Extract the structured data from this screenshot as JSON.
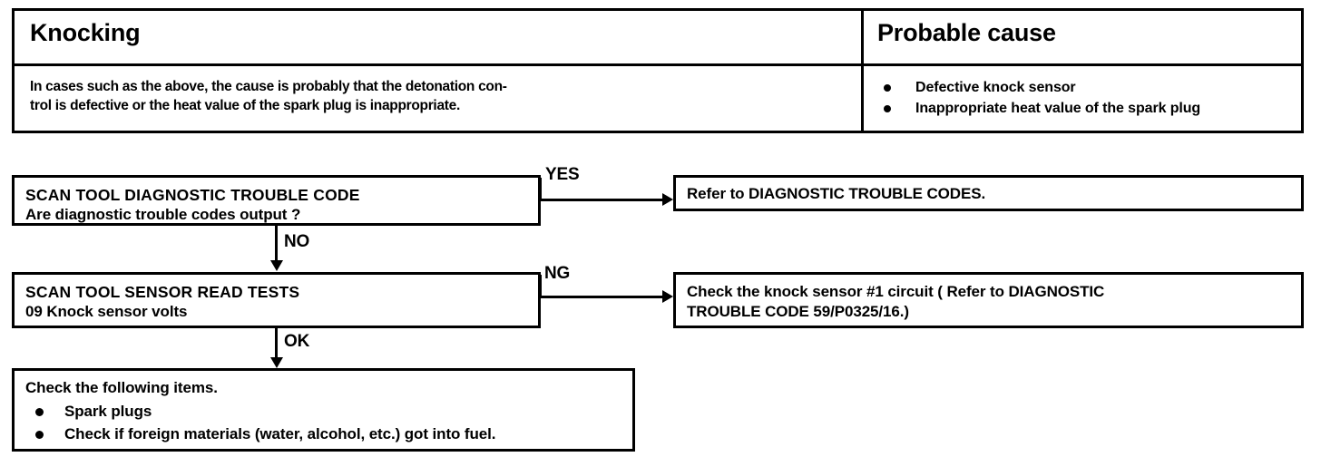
{
  "symptom_table": {
    "headers": [
      "Knocking",
      "Probable cause"
    ],
    "description": "In cases such as the above, the cause is probably that the detonation control is defective or the heat value of the spark plug is inappropriate.",
    "description_lines": [
      "In cases such as the above, the cause is probably that the detonation con-",
      "trol is defective or the heat value of the spark plug is inappropriate."
    ],
    "causes": [
      "Defective knock sensor",
      "Inappropriate heat value of the spark plug"
    ]
  },
  "flowchart": {
    "boxes": {
      "dtc_check": {
        "title": "SCAN TOOL DIAGNOSTIC TROUBLE CODE",
        "question": "Are diagnostic trouble codes output ?"
      },
      "refer_codes": {
        "text": "Refer  to  DIAGNOSTIC  TROUBLE CODES."
      },
      "sensor_read": {
        "title": "SCAN TOOL SENSOR READ TESTS",
        "detail": "09 Knock sensor volts"
      },
      "check_circuit": {
        "line1": "Check the knock sensor #1 circuit ( Refer   to    DIAGNOSTIC",
        "line2": "TROUBLE CODE 59/P0325/16.)"
      },
      "check_items": {
        "heading": "Check the following items.",
        "items": [
          "Spark plugs",
          "Check if foreign materials (water, alcohol, etc.) got into fuel."
        ]
      }
    },
    "connectors": {
      "yes": "YES",
      "no": "NO",
      "ng": "NG",
      "ok": "OK"
    }
  },
  "colors": {
    "ink": "#000000",
    "paper": "#ffffff"
  }
}
